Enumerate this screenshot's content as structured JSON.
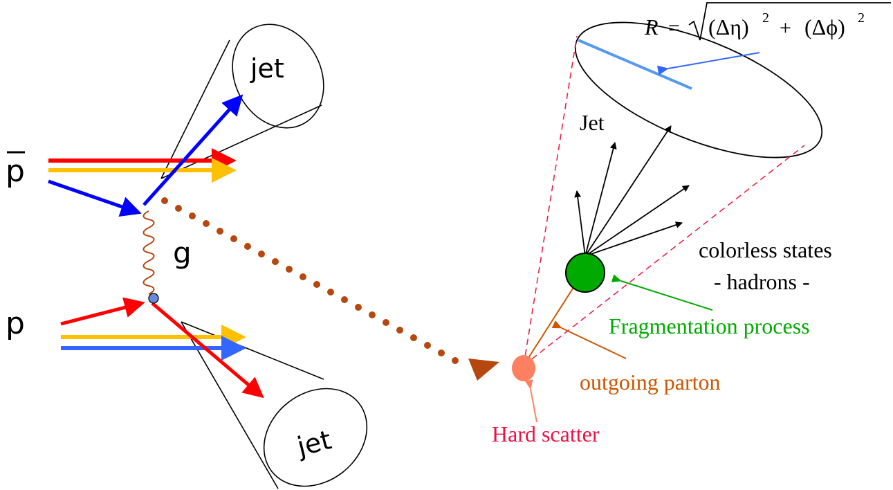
{
  "left_diagram": {
    "label_pbar": "p",
    "label_p": "p",
    "label_gluon": "g",
    "label_jet_top": "jet",
    "label_jet_bottom": "jet"
  },
  "right_diagram": {
    "formula": {
      "lhs": "R",
      "eq": "=",
      "body": "(Δη)",
      "exp1": "2",
      "plus": "+",
      "body2": "(Δϕ)",
      "exp2": "2"
    },
    "label_jet": "Jet",
    "label_colorless_1": "colorless states",
    "label_colorless_2": "- hadrons -",
    "label_fragmentation": "Fragmentation process",
    "label_outgoing": "outgoing parton",
    "label_hard_scatter": "Hard scatter"
  },
  "colors": {
    "red": "#ff0000",
    "yellow": "#ffc000",
    "blue": "#0000ff",
    "light_blue": "#3366ff",
    "gluon_brown": "#b5470f",
    "vertex_blue": "#6688dd",
    "hadron_green": "#00aa00",
    "hard_scatter_salmon": "#ff8060",
    "fragmentation_green": "#00aa00",
    "outgoing_brown": "#cc5500",
    "hard_scatter_text": "#ee1144",
    "dashed_red": "#ee2244",
    "r_line_blue": "#5599ee"
  }
}
